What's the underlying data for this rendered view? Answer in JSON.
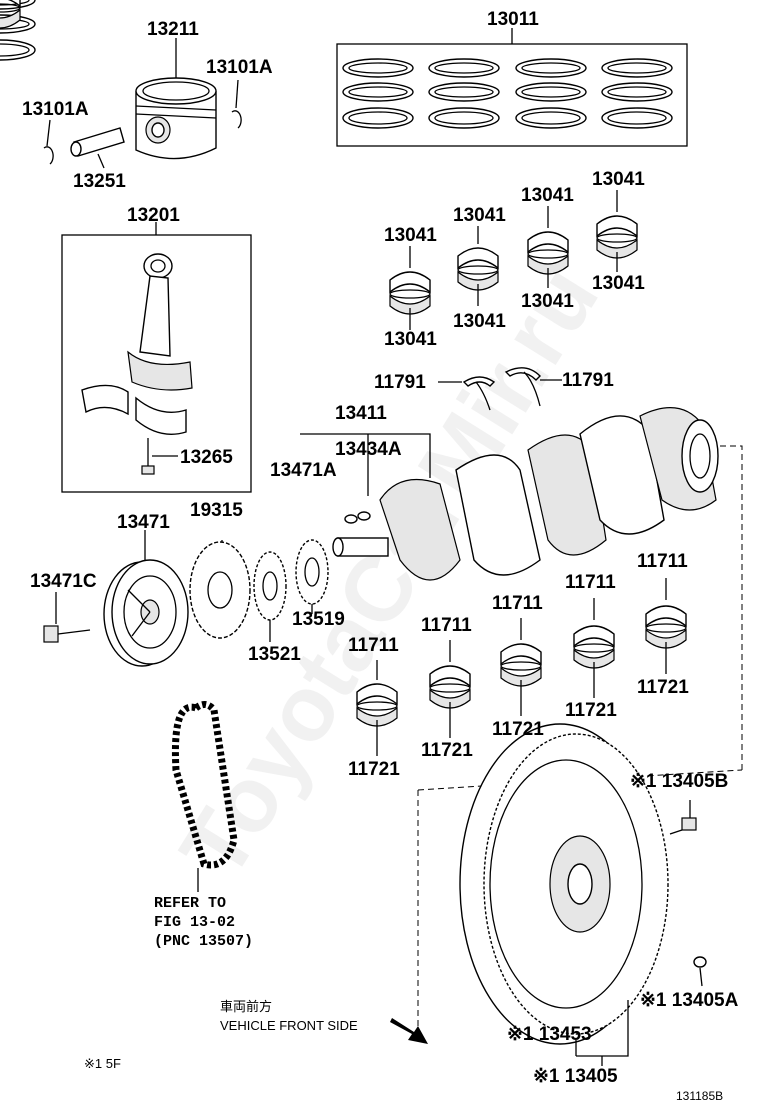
{
  "watermark": "ToyotaCarMir.ru",
  "labels": {
    "l13211": "13211",
    "l13011": "13011",
    "l13101A_r": "13101A",
    "l13101A_l": "13101A",
    "l13251": "13251",
    "l13201": "13201",
    "l13265": "13265",
    "l13041_a": "13041",
    "l13041_b": "13041",
    "l13041_c": "13041",
    "l13041_d": "13041",
    "l13041_e": "13041",
    "l13041_f": "13041",
    "l13041_g": "13041",
    "l13041_h": "13041",
    "l11791_l": "11791",
    "l11791_r": "11791",
    "l13411": "13411",
    "l13434A": "13434A",
    "l13471A": "13471A",
    "l13471": "13471",
    "l19315": "19315",
    "l13471C": "13471C",
    "l13521": "13521",
    "l13519": "13519",
    "l11711_a": "11711",
    "l11711_b": "11711",
    "l11711_c": "11711",
    "l11711_d": "11711",
    "l11711_e": "11711",
    "l11721_a": "11721",
    "l11721_b": "11721",
    "l11721_c": "11721",
    "l11721_d": "11721",
    "l11721_e": "11721",
    "l13405B": "※1 13405B",
    "l13405A": "※1 13405A",
    "l13453": "※1 13453",
    "l13405": "※1 13405",
    "refer": "REFER TO\nFIG 13-02\n(PNC 13507)",
    "front_jp": "車両前方",
    "front_en": "VEHICLE FRONT SIDE",
    "footnote": "※1  5F",
    "fig_code": "131185B"
  }
}
